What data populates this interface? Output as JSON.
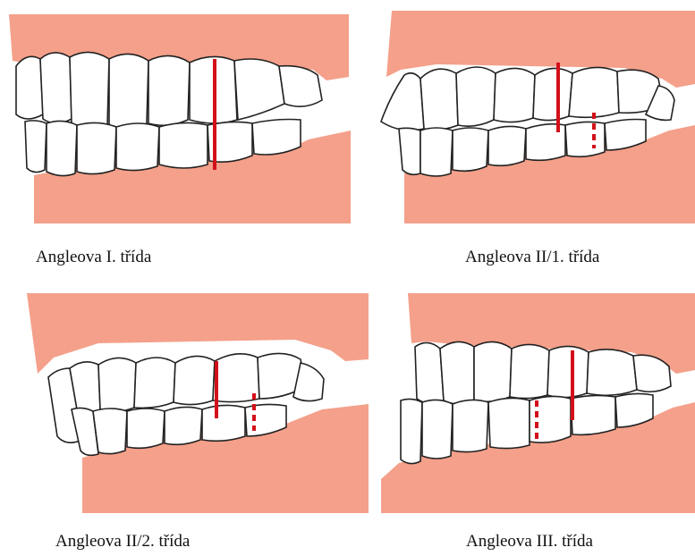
{
  "diagrams": [
    {
      "caption": "Angleova I. třída"
    },
    {
      "caption": "Angleova II/1. třída"
    },
    {
      "caption": "Angleova II/2. třída"
    },
    {
      "caption": "Angleova III. třída"
    }
  ],
  "colors": {
    "gum": "#f4a08a",
    "tooth_fill": "#ffffff",
    "tooth_outline": "#222222",
    "molar_line": "#d3101a"
  }
}
